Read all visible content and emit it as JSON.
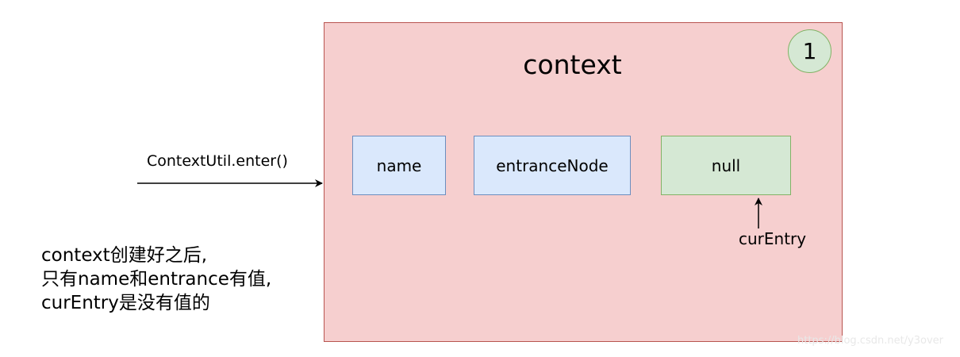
{
  "context": {
    "title": "context",
    "step_number": "1",
    "fields": {
      "name": "name",
      "entrance_node": "entranceNode",
      "null_value": "null"
    },
    "cur_entry_label": "curEntry"
  },
  "enter_call_label": "ContextUtil.enter()",
  "note": {
    "line1": "context创建好之后,",
    "line2": "只有name和entrance有值,",
    "line3": "curEntry是没有值的"
  },
  "watermark": "https://blog.csdn.net/y3over",
  "colors": {
    "context_fill": "#f6cfcf",
    "context_stroke": "#b85450",
    "blue_fill": "#dae8fc",
    "blue_stroke": "#6c8ebf",
    "green_fill": "#d5e8d4",
    "green_stroke": "#82b366"
  }
}
